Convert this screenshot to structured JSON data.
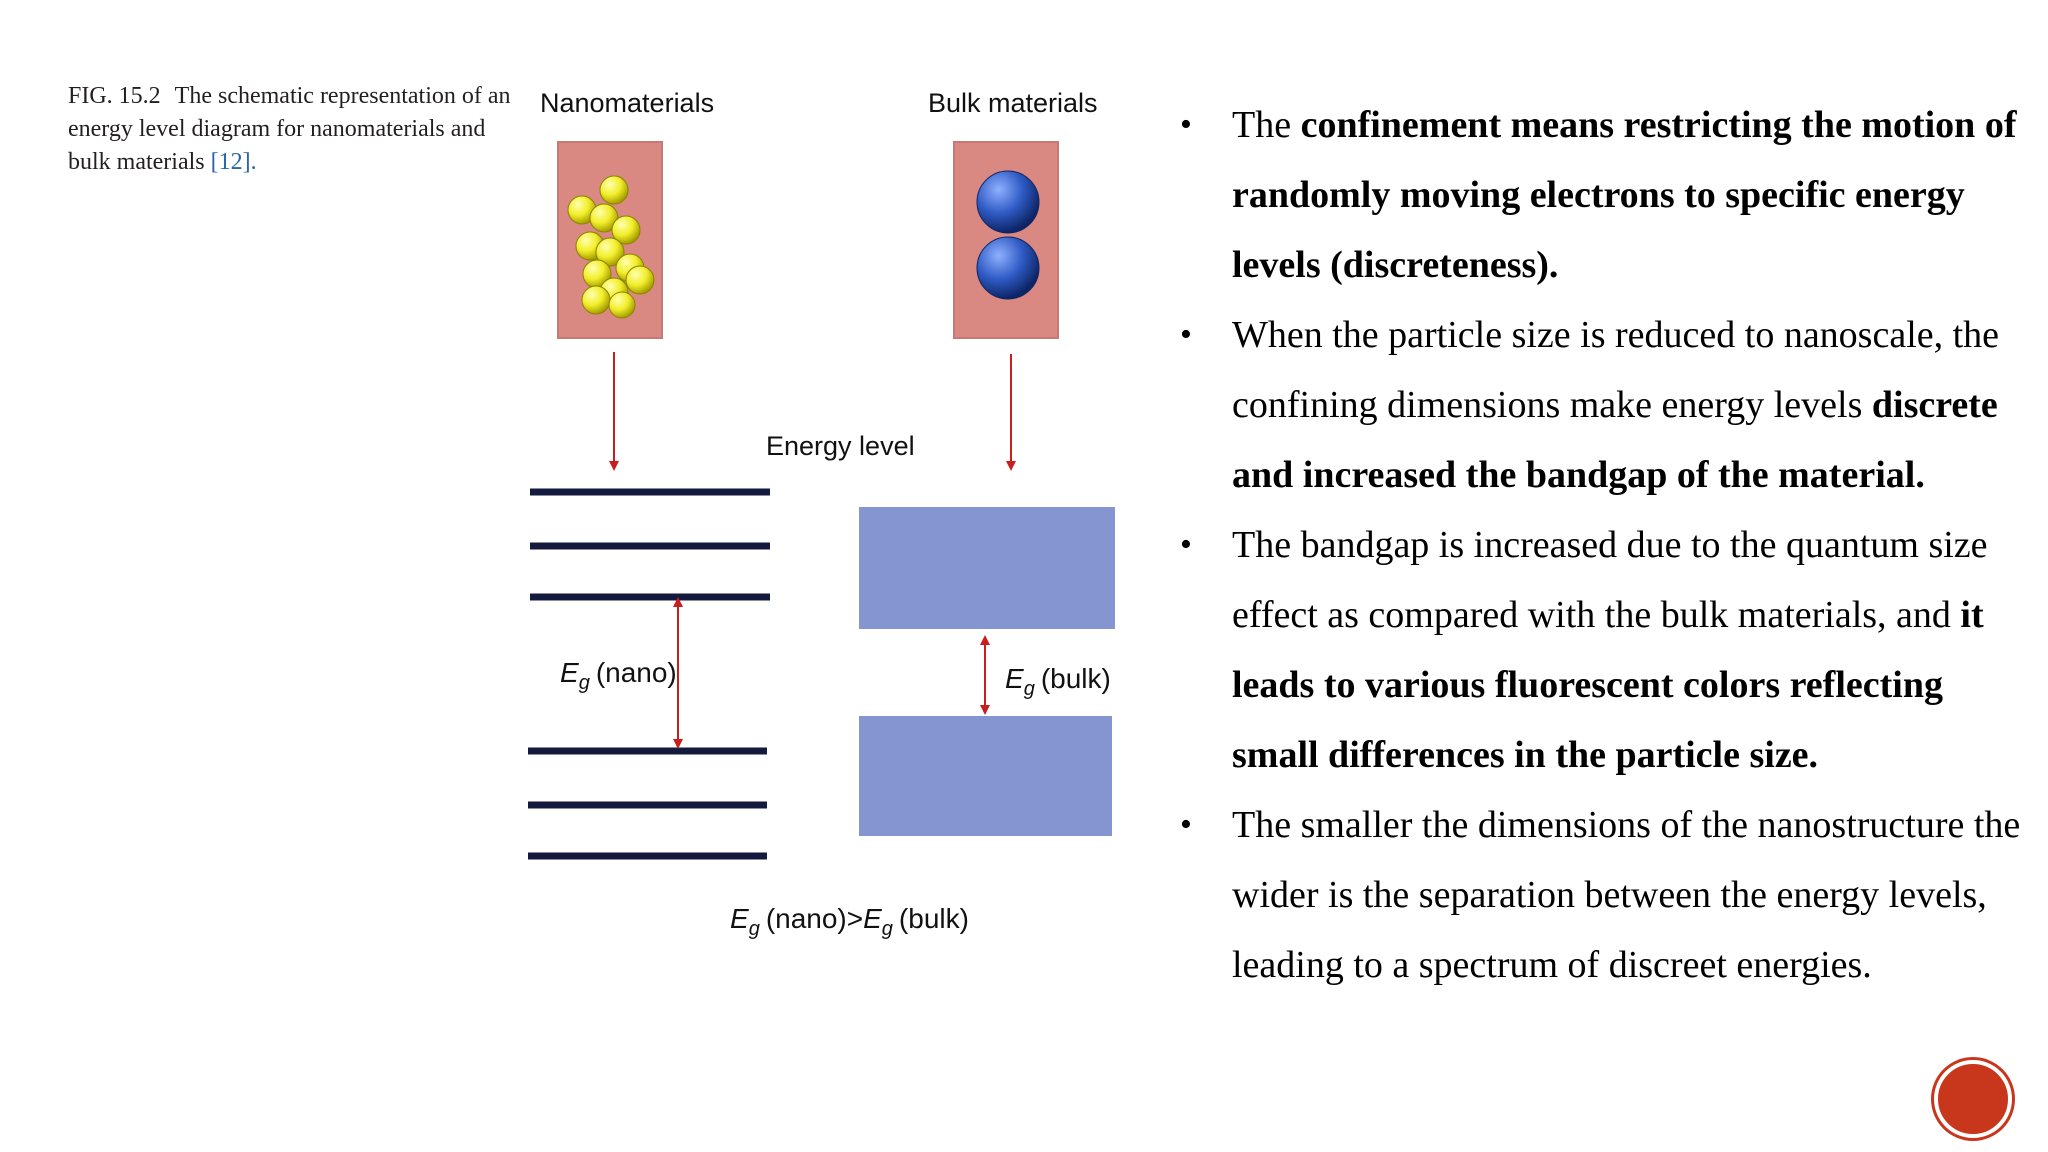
{
  "caption": {
    "fig_number": "FIG. 15.2",
    "text": "The schematic representation of an energy level diagram for nanomaterials and bulk materials",
    "ref": "[12]."
  },
  "diagram": {
    "nano_title": "Nanomaterials",
    "bulk_title": "Bulk materials",
    "energy_level_label": "Energy level",
    "eg_nano_label": "(nano)",
    "eg_bulk_label": "(bulk)",
    "eg_symbol": "E",
    "eg_subscript": "g",
    "comparison_nano": "(nano)>",
    "comparison_bulk": "(bulk)",
    "colors": {
      "box_fill": "#d98882",
      "nano_particle": "#f2ee2a",
      "bulk_particle": "#2f5bc4",
      "band_fill": "#8595d1",
      "level_line": "#141a3e",
      "arrow": "#c81e1e"
    }
  },
  "bullets": [
    {
      "parts": [
        {
          "t": "The ",
          "b": false
        },
        {
          "t": "confinement means restricting the motion of randomly moving electrons to specific energy levels (discreteness).",
          "b": true
        }
      ]
    },
    {
      "parts": [
        {
          "t": "When the particle size is reduced to nanoscale, the confining dimensions make energy levels ",
          "b": false
        },
        {
          "t": "discrete and increased the bandgap of the material.",
          "b": true
        }
      ]
    },
    {
      "parts": [
        {
          "t": "The bandgap is increased due to the quantum size effect as compared with the bulk materials, and ",
          "b": false
        },
        {
          "t": "it leads to various fluorescent colors reflecting small differences in the particle size.",
          "b": true
        }
      ]
    },
    {
      "parts": [
        {
          "t": "The smaller the dimensions of the nanostructure the wider is the separation between the energy levels, leading to a spectrum of discreet energies.",
          "b": false
        }
      ]
    }
  ],
  "nav": {
    "icon": "circle-button"
  }
}
